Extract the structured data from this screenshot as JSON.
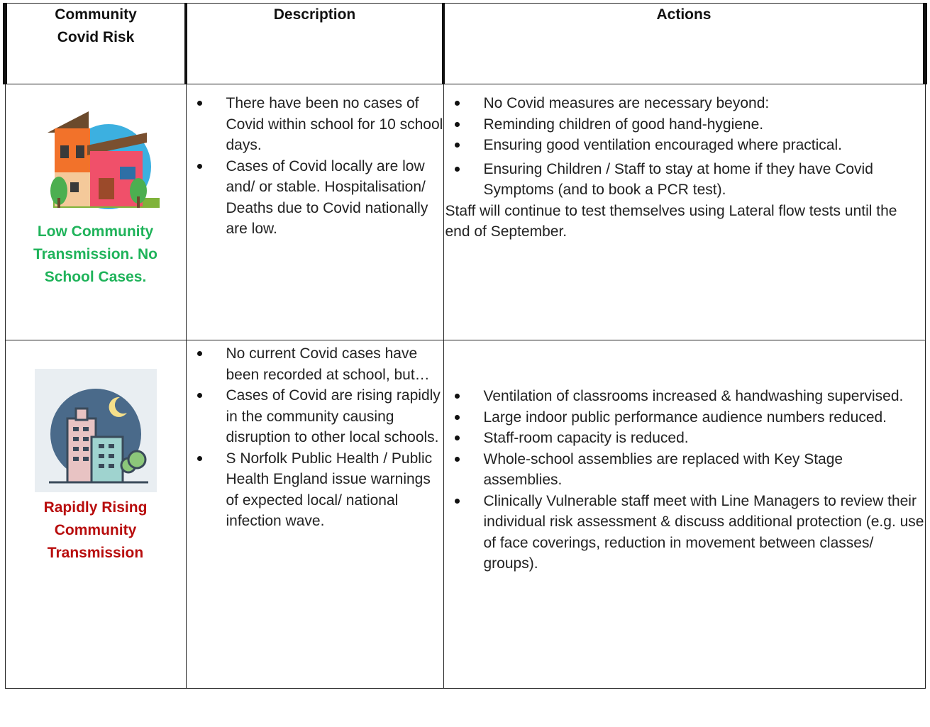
{
  "header": {
    "col1": "Community Covid Risk",
    "col1_line1": "Community",
    "col1_line2": "Covid Risk",
    "col2": "Description",
    "col3": "Actions"
  },
  "rows": [
    {
      "label_line1": "Low Community",
      "label_line2": "Transmission.  No",
      "label_line3": "School Cases.",
      "label_color": "#1fb35a",
      "image": "house-illustration",
      "description": [
        "There have been no cases of Covid within school for 10 school days.",
        "Cases of Covid locally are low and/ or stable. Hospitalisation/ Deaths due to Covid nationally are low."
      ],
      "actions": [
        "No Covid measures are necessary beyond:",
        "Reminding children of good hand-hygiene.",
        "Ensuring good ventilation encouraged where practical.",
        "Ensuring Children / Staff to stay at home if they have Covid Symptoms (and to book a PCR test)."
      ],
      "note": "Staff will continue to test themselves using Lateral flow tests until the end of September."
    },
    {
      "label_line1": "Rapidly Rising",
      "label_line2": "Community",
      "label_line3": "Transmission",
      "label_color": "#b80d0d",
      "image": "city-night-illustration",
      "description": [
        "No current Covid cases have been recorded at school, but…",
        "Cases of Covid are rising rapidly in the community causing disruption to other local schools.",
        "S Norfolk Public Health / Public Health England issue warnings of expected local/ national infection wave."
      ],
      "actions": [
        "Ventilation of classrooms increased & handwashing supervised.",
        "Large indoor public performance audience numbers reduced.",
        "Staff-room capacity is reduced.",
        "Whole-school assemblies are replaced with Key Stage assemblies.",
        "Clinically Vulnerable staff meet with Line Managers to review their individual risk assessment & discuss additional protection (e.g. use of face coverings, reduction in movement between classes/ groups)."
      ]
    }
  ]
}
